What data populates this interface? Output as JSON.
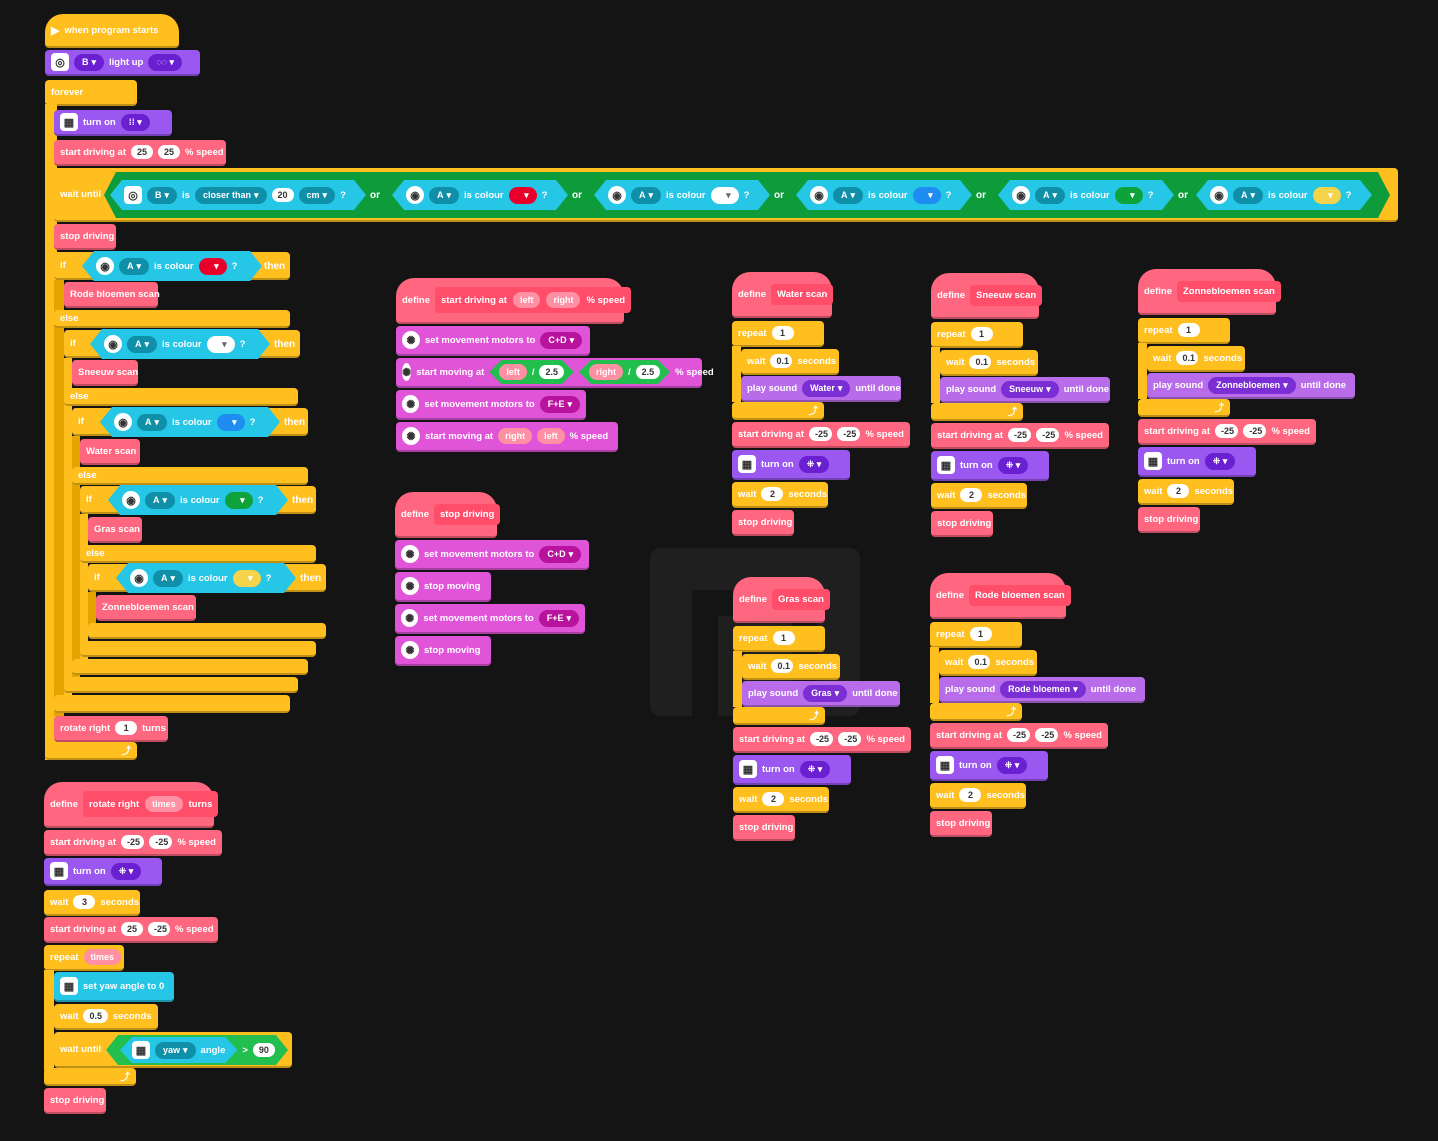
{
  "main": {
    "hat": "when program starts",
    "light": {
      "port": "B",
      "label": "light up"
    },
    "forever": "forever",
    "turn_on": "turn on",
    "start_driving": {
      "label": "start driving at",
      "left": "25",
      "right": "25",
      "unit": "% speed"
    },
    "wait_until": "wait until",
    "dist": {
      "port": "B",
      "is": "is",
      "op": "closer than",
      "value": "20",
      "unit": "cm"
    },
    "or": "or",
    "colour_checks": [
      "A",
      "A",
      "A",
      "A",
      "A"
    ],
    "is_colour": "is colour",
    "q": "?",
    "stop_driving": "stop driving",
    "if": "if",
    "then": "then",
    "else": "else",
    "branches": [
      "Rode bloemen scan",
      "Sneeuw scan",
      "Water scan",
      "Gras scan",
      "Zonnebloemen scan"
    ],
    "rotate": {
      "label": "rotate right",
      "times": "1",
      "unit": "turns"
    }
  },
  "rotate_def": {
    "define": "define",
    "name": "rotate right",
    "arg": "times",
    "unit": "turns",
    "drive1": {
      "label": "start driving at",
      "left": "-25",
      "right": "-25",
      "unit": "% speed"
    },
    "turn_on": "turn on",
    "wait": {
      "label": "wait",
      "value": "3",
      "unit": "seconds"
    },
    "drive2": {
      "label": "start driving at",
      "left": "25",
      "right": "-25",
      "unit": "% speed"
    },
    "repeat": "repeat",
    "yaw_set": "set yaw angle to 0",
    "wait2": {
      "label": "wait",
      "value": "0.5",
      "unit": "seconds"
    },
    "wait_until": "wait until",
    "yaw": "yaw",
    "angle": "angle",
    "gt": ">",
    "deg": "90",
    "stop": "stop driving"
  },
  "drive_def": {
    "define": "define",
    "name": "start driving at",
    "left": "left",
    "right": "right",
    "unit": "% speed",
    "set_motors": "set movement motors to",
    "cd": "C+D",
    "fe": "F+E",
    "start_moving": "start moving at",
    "div": "/",
    "factor": "2.5"
  },
  "stop_def": {
    "define": "define",
    "name": "stop driving",
    "set_motors": "set movement motors to",
    "cd": "C+D",
    "fe": "F+E",
    "stop_moving": "stop moving"
  },
  "scans": [
    {
      "name": "Water scan",
      "sound": "Water"
    },
    {
      "name": "Sneeuw scan",
      "sound": "Sneeuw"
    },
    {
      "name": "Zonnebloemen scan",
      "sound": "Zonnebloemen"
    },
    {
      "name": "Gras scan",
      "sound": "Gras"
    },
    {
      "name": "Rode bloemen scan",
      "sound": "Rode bloemen"
    }
  ],
  "scan_common": {
    "define": "define",
    "repeat": "repeat",
    "count": "1",
    "wait": "wait",
    "wait_val": "0.1",
    "seconds": "seconds",
    "play": "play sound",
    "until": "until done",
    "drive": "start driving at",
    "neg": "-25",
    "unit": "% speed",
    "turn_on": "turn on",
    "wait2": "2",
    "stop": "stop driving"
  },
  "colors": {
    "red": "#E8002B",
    "white": "#FFFFFF",
    "blue": "#1E8CF0",
    "green": "#0EA33A",
    "yellow": "#F5D34A"
  }
}
